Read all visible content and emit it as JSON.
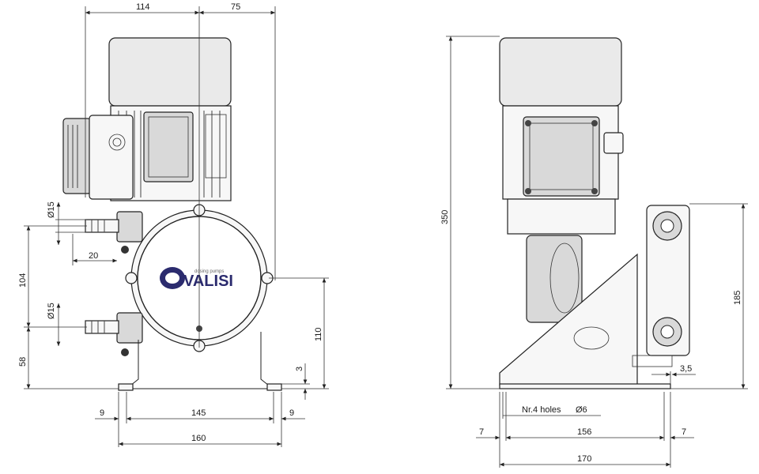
{
  "logo": {
    "brand": "VALISI",
    "tagline": "dosing pumps"
  },
  "front_view": {
    "dimensions": {
      "top_left": "114",
      "top_right": "75",
      "inlet_diameter": "Ø15",
      "outlet_diameter": "Ø15",
      "hose_offset": "20",
      "port_spacing": "104",
      "base_to_port": "58",
      "axis_height": "110",
      "foot_thickness": "3",
      "foot_left": "9",
      "foot_span": "145",
      "foot_right": "9",
      "overall_width": "160"
    }
  },
  "side_view": {
    "dimensions": {
      "overall_height": "350",
      "head_height": "185",
      "plate_offset": "3,5",
      "holes_note": "Nr.4 holes",
      "hole_diameter": "Ø6",
      "edge_left": "7",
      "hole_span": "156",
      "edge_right": "7",
      "overall_width": "170"
    }
  }
}
